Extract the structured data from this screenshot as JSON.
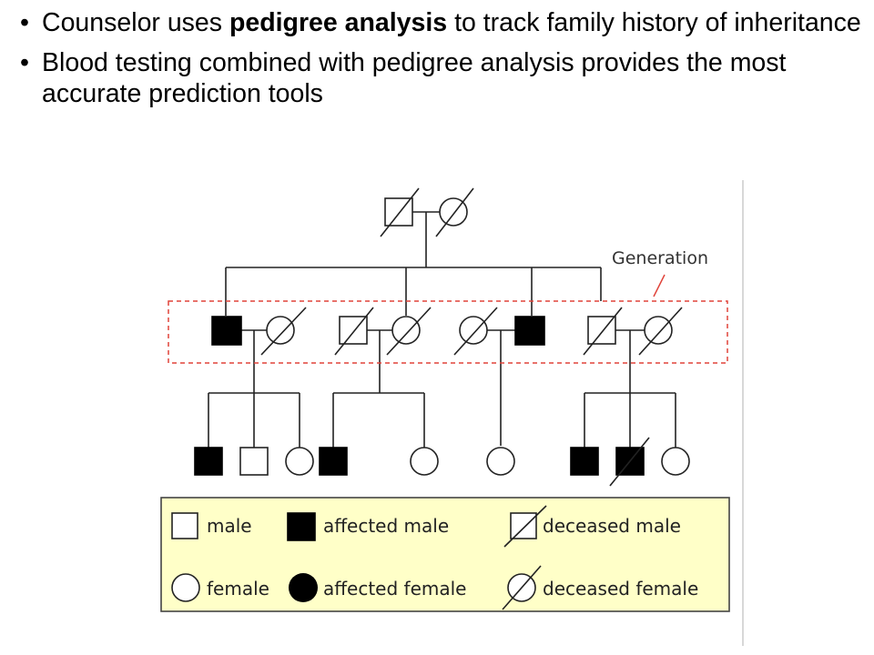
{
  "bullets": [
    {
      "before": "Counselor uses ",
      "bold": "pedigree analysis",
      "after": " to track family history of inheritance"
    },
    {
      "before": "Blood testing combined with pedigree analysis provides the most accurate prediction tools",
      "bold": "",
      "after": ""
    }
  ],
  "bullet_glyph": "•",
  "diagram": {
    "generation_label": "Generation",
    "legend": {
      "male": "male",
      "affected_male": "affected male",
      "deceased_male": "deceased male",
      "female": "female",
      "affected_female": "affected female",
      "deceased_female": "deceased female"
    }
  },
  "colors": {
    "line": "#222222",
    "affected": "#000000",
    "generation_box": "#e0443a",
    "legend_bg": "#ffffc8",
    "legend_border": "#444444",
    "panel_border": "#d8d8d8"
  }
}
